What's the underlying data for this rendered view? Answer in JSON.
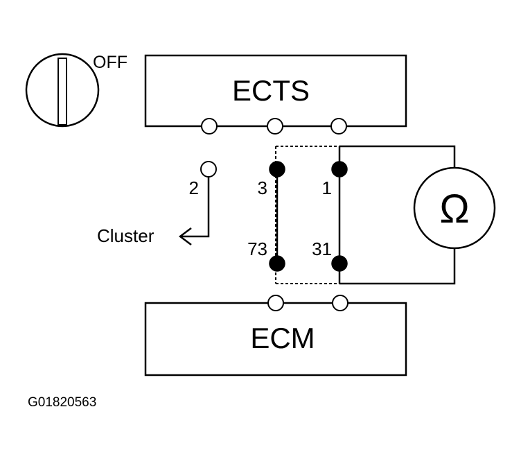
{
  "ignition_switch": {
    "position_label": "OFF"
  },
  "ects": {
    "label": "ECTS"
  },
  "ecm": {
    "label": "ECM"
  },
  "pins": {
    "p2": "2",
    "p3": "3",
    "p1": "1",
    "p73": "73",
    "p31": "31"
  },
  "cluster": {
    "label": "Cluster"
  },
  "meter": {
    "symbol": "Ω"
  },
  "figure": {
    "id": "G01820563"
  }
}
